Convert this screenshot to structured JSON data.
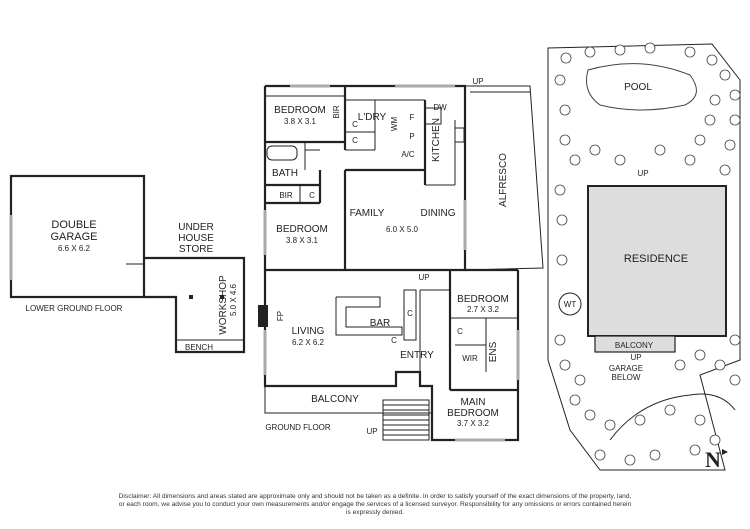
{
  "rooms": {
    "double_garage": {
      "name": "DOUBLE\nGARAGE",
      "name1": "DOUBLE",
      "name2": "GARAGE",
      "size": "6.6 X 6.2"
    },
    "under_house_store": {
      "line1": "UNDER",
      "line2": "HOUSE",
      "line3": "STORE"
    },
    "workshop": {
      "name": "WORKSHOP",
      "size": "5.0 X 4.6"
    },
    "bench": "BENCH",
    "bedroom_nw": {
      "name": "BEDROOM",
      "size": "3.8 X 3.1"
    },
    "bedroom_w": {
      "name": "BEDROOM",
      "size": "3.8 X 3.1"
    },
    "bedroom_e": {
      "name": "BEDROOM",
      "size": "2.7 X 3.2"
    },
    "main_bedroom": {
      "line1": "MAIN",
      "line2": "BEDROOM",
      "size": "3.7 X 3.2"
    },
    "laundry": "L'DRY",
    "kitchen": "KITCHEN",
    "alfresco": "ALFRESCO",
    "bath": "BATH",
    "family": {
      "name": "FAMILY",
      "size": "6.0 X 5.0"
    },
    "dining": "DINING",
    "living": {
      "name": "LIVING",
      "size": "6.2 X 6.2"
    },
    "bar": "BAR",
    "entry": "ENTRY",
    "balcony": "BALCONY",
    "ens": "ENS",
    "wir": "WIR"
  },
  "fixtures": {
    "bir": "BIR",
    "c": "C",
    "wm": "WM",
    "f": "F",
    "dw": "DW",
    "p": "P",
    "ac": "A/C",
    "fp": "FP",
    "up": "UP"
  },
  "floor_labels": {
    "lower": "LOWER GROUND FLOOR",
    "ground": "GROUND FLOOR"
  },
  "site": {
    "pool": "POOL",
    "residence": "RESIDENCE",
    "balcony": "BALCONY",
    "garage_below": "GARAGE\nBELOW",
    "garage_below_1": "GARAGE",
    "garage_below_2": "BELOW",
    "wt": "WT",
    "up": "UP",
    "north": "N"
  },
  "disclaimer": "Disclaimer: All dimensions and areas stated are approximate only and should not be taken as a definite. In order to satisfy yourself of the exact dimensions of the property, land, or each room, we advise you to conduct your own measurements and/or engage the services of a licensed surveyor. Responsibility for any omissions or errors contained herein is expressly denied."
}
